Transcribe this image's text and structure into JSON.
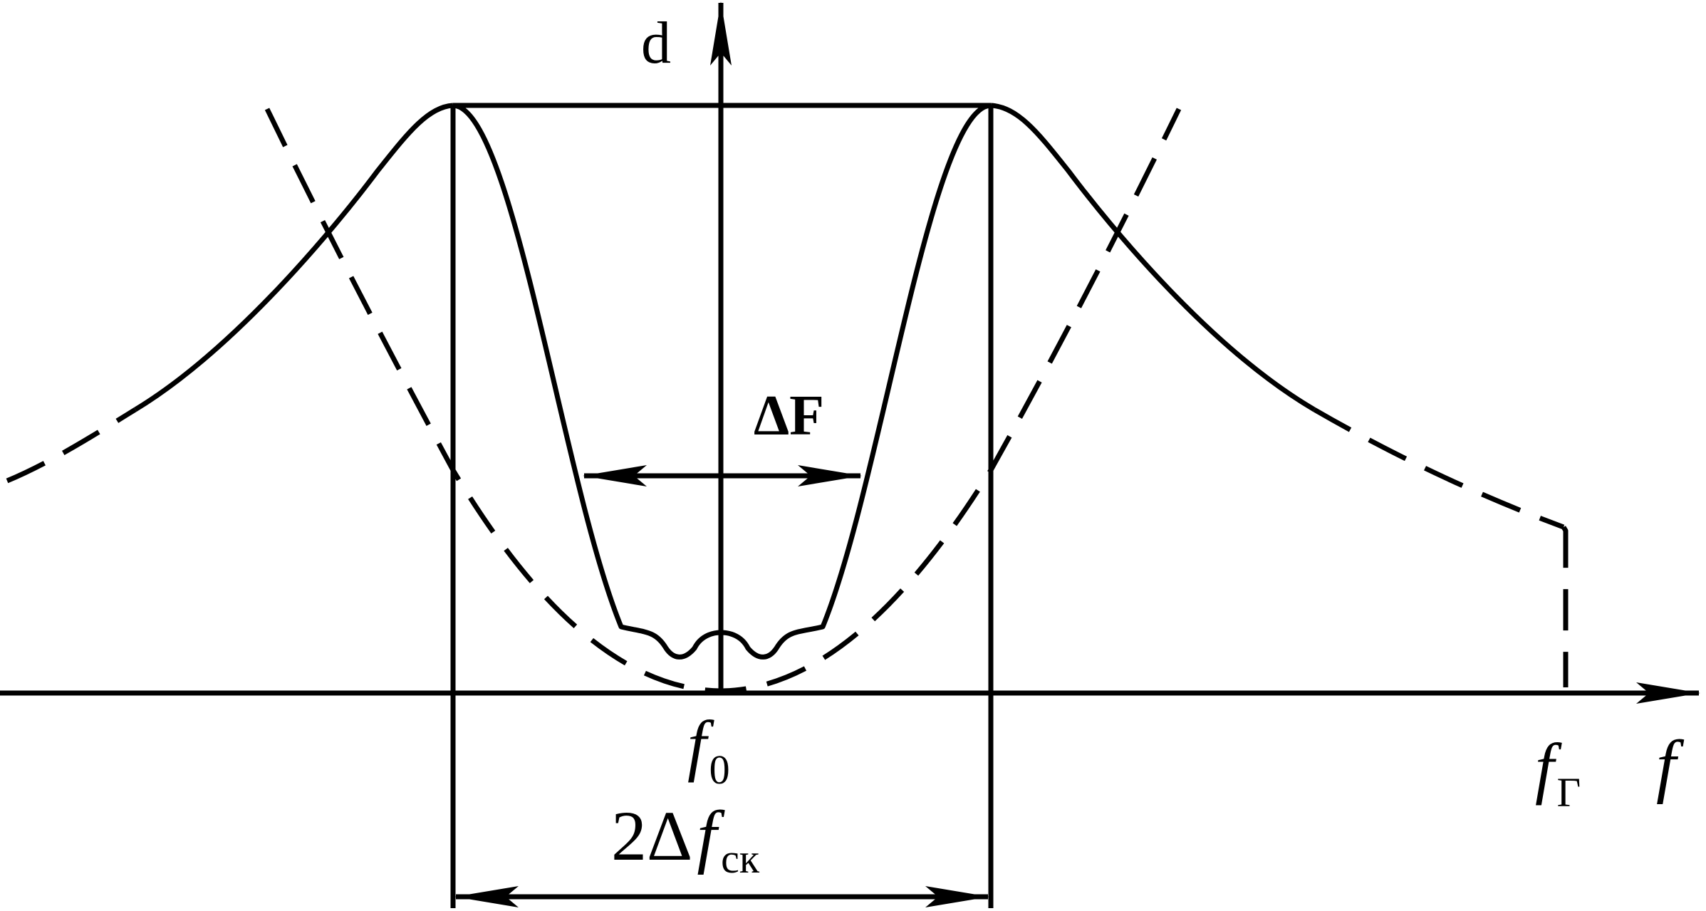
{
  "colors": {
    "stroke": "#000000",
    "background": "#ffffff"
  },
  "labels": {
    "y_axis": "d",
    "x_axis": "f",
    "center_freq_main": "f",
    "center_freq_sub": "0",
    "limit_freq_main": "f",
    "limit_freq_sub": "Г",
    "passband": "ΔF",
    "scan_prefix": "2Δ",
    "scan_main": "f",
    "scan_sub": "ск"
  }
}
